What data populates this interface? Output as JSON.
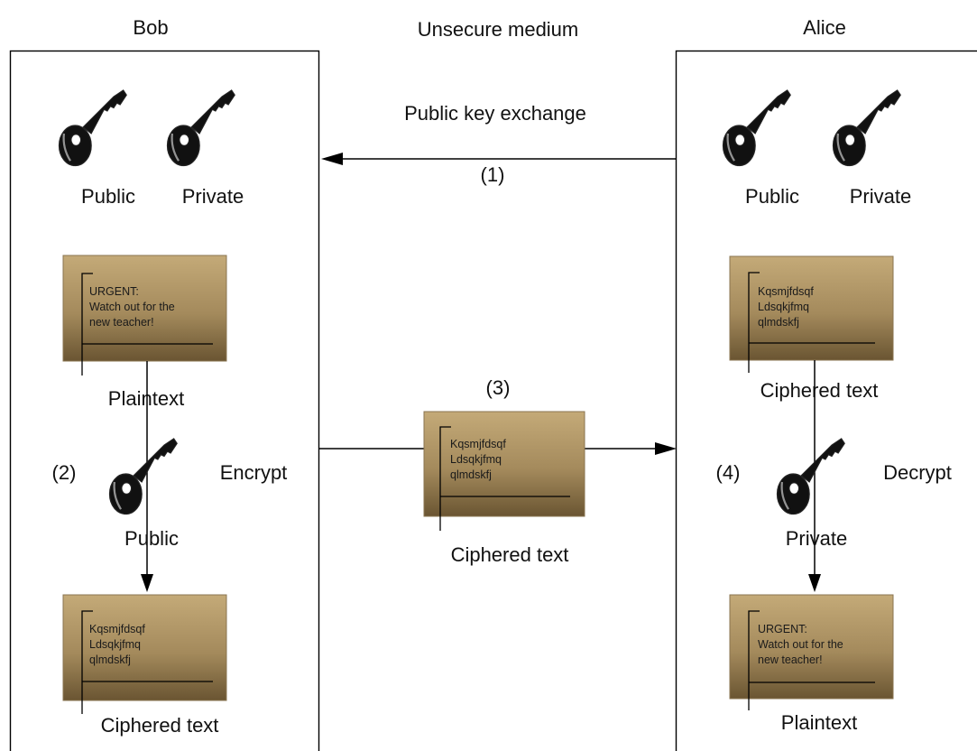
{
  "headers": {
    "bob": "Bob",
    "medium": "Unsecure medium",
    "alice": "Alice"
  },
  "exchange": {
    "title": "Public key exchange",
    "step1": "(1)",
    "step3": "(3)",
    "middle_doc_caption": "Ciphered text"
  },
  "bob": {
    "public_key_label": "Public",
    "private_key_label": "Private",
    "key_color": "#e05050",
    "plain_doc": {
      "lines": [
        "URGENT:",
        "Watch  out for the",
        "new teacher!"
      ],
      "caption": "Plaintext"
    },
    "step2": "(2)",
    "action": "Encrypt",
    "action_key_label": "Public",
    "cipher_doc": {
      "lines": [
        "Kqsmjfdsqf",
        "Ldsqkjfmq",
        "qlmdskfj"
      ],
      "caption": "Ciphered text"
    }
  },
  "middle_doc_lines": [
    "Kqsmjfdsqf",
    "Ldsqkjfmq",
    "qlmdskfj"
  ],
  "alice": {
    "public_key_label": "Public",
    "private_key_label": "Private",
    "key_color": "#4848e0",
    "cipher_doc": {
      "lines": [
        "Kqsmjfdsqf",
        "Ldsqkjfmq",
        "qlmdskfj"
      ],
      "caption": "Ciphered text"
    },
    "step4": "(4)",
    "action": "Decrypt",
    "action_key_label": "Private",
    "plain_doc": {
      "lines": [
        "URGENT:",
        "Watch  out for the",
        "new teacher!"
      ],
      "caption": "Plaintext"
    }
  }
}
